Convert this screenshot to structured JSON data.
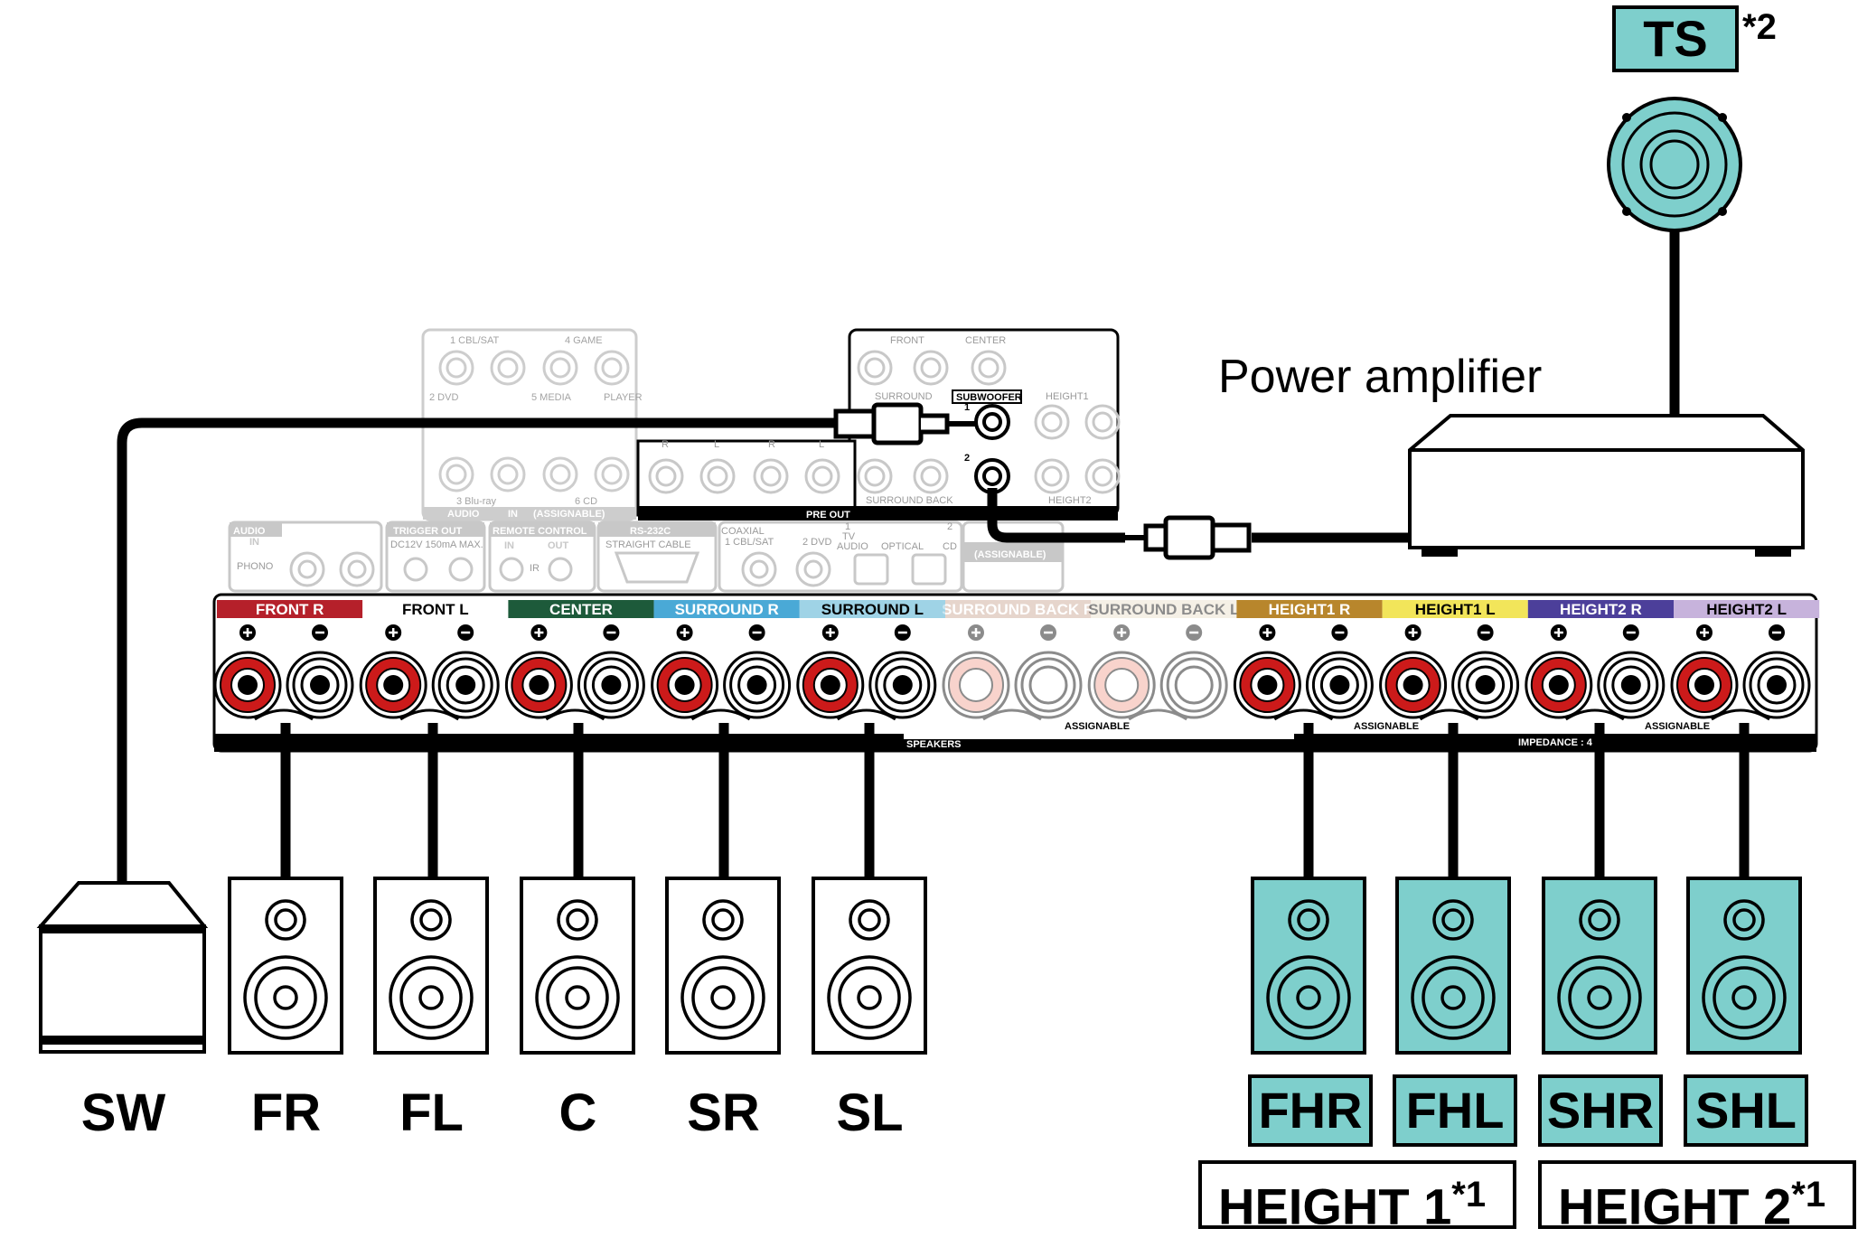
{
  "power_amplifier_label": "Power amplifier",
  "top_speaker": {
    "label": "TS",
    "note": "*2"
  },
  "terminal_strip": {
    "name": "SPEAKERS",
    "assignable_label": "ASSIGNABLE",
    "impedance_label": "IMPEDANCE : 4",
    "channels": [
      {
        "label": "FRONT",
        "side": "R",
        "color": "#b5202a"
      },
      {
        "label": "FRONT",
        "side": "L",
        "color": "#ffffff"
      },
      {
        "label": "CENTER",
        "side": "",
        "color": "#1d5a3a"
      },
      {
        "label": "SURROUND",
        "side": "R",
        "color": "#4aa9d6"
      },
      {
        "label": "SURROUND",
        "side": "L",
        "color": "#9fd3e6"
      },
      {
        "label": "SURROUND BACK",
        "side": "R",
        "color": "#c9a38f"
      },
      {
        "label": "SURROUND BACK",
        "side": "L",
        "color": "#eadfc9"
      },
      {
        "label": "HEIGHT1",
        "side": "R",
        "color": "#b8862c"
      },
      {
        "label": "HEIGHT1",
        "side": "L",
        "color": "#f2e55a"
      },
      {
        "label": "HEIGHT2",
        "side": "R",
        "color": "#4c3f9a"
      },
      {
        "label": "HEIGHT2",
        "side": "L",
        "color": "#c7b3dc"
      }
    ]
  },
  "preout_panel": {
    "title": "PRE OUT",
    "labels": [
      "FRONT",
      "CENTER",
      "SURROUND",
      "SUBWOOFER",
      "HEIGHT1",
      "SURROUND BACK",
      "HEIGHT2",
      "1",
      "2",
      "R",
      "L"
    ]
  },
  "audio_panel": {
    "title": "AUDIO",
    "labels": [
      "1 CBL/SAT",
      "4 GAME",
      "2 DVD",
      "5 MEDIA",
      "PLAYER",
      "3 Blu-ray",
      "6 CD",
      "IN",
      "(ASSIGNABLE)"
    ]
  },
  "lower_panel": {
    "labels": [
      "AUDIO",
      "IN",
      "PHONO",
      "TRIGGER OUT",
      "DC12V 150mA MAX.",
      "REMOTE CONTROL",
      "IN",
      "OUT",
      "IR",
      "RS-232C",
      "STRAIGHT CABLE",
      "COAXIAL",
      "1 CBL/SAT",
      "2 DVD",
      "1",
      "TV",
      "AUDIO",
      "OPTICAL",
      "2",
      "CD",
      "(ASSIGNABLE)"
    ]
  },
  "floor_speakers": [
    "SW",
    "FR",
    "FL",
    "C",
    "SR",
    "SL"
  ],
  "height_speakers": [
    "FHR",
    "FHL",
    "SHR",
    "SHL"
  ],
  "height_groups": [
    {
      "label": "HEIGHT 1",
      "note": "*1"
    },
    {
      "label": "HEIGHT 2",
      "note": "*1"
    }
  ],
  "colors": {
    "speaker_teal": "#7ecfcc",
    "terminal_red": "#cc1a1a",
    "faded_gray": "#c8c8c8"
  }
}
